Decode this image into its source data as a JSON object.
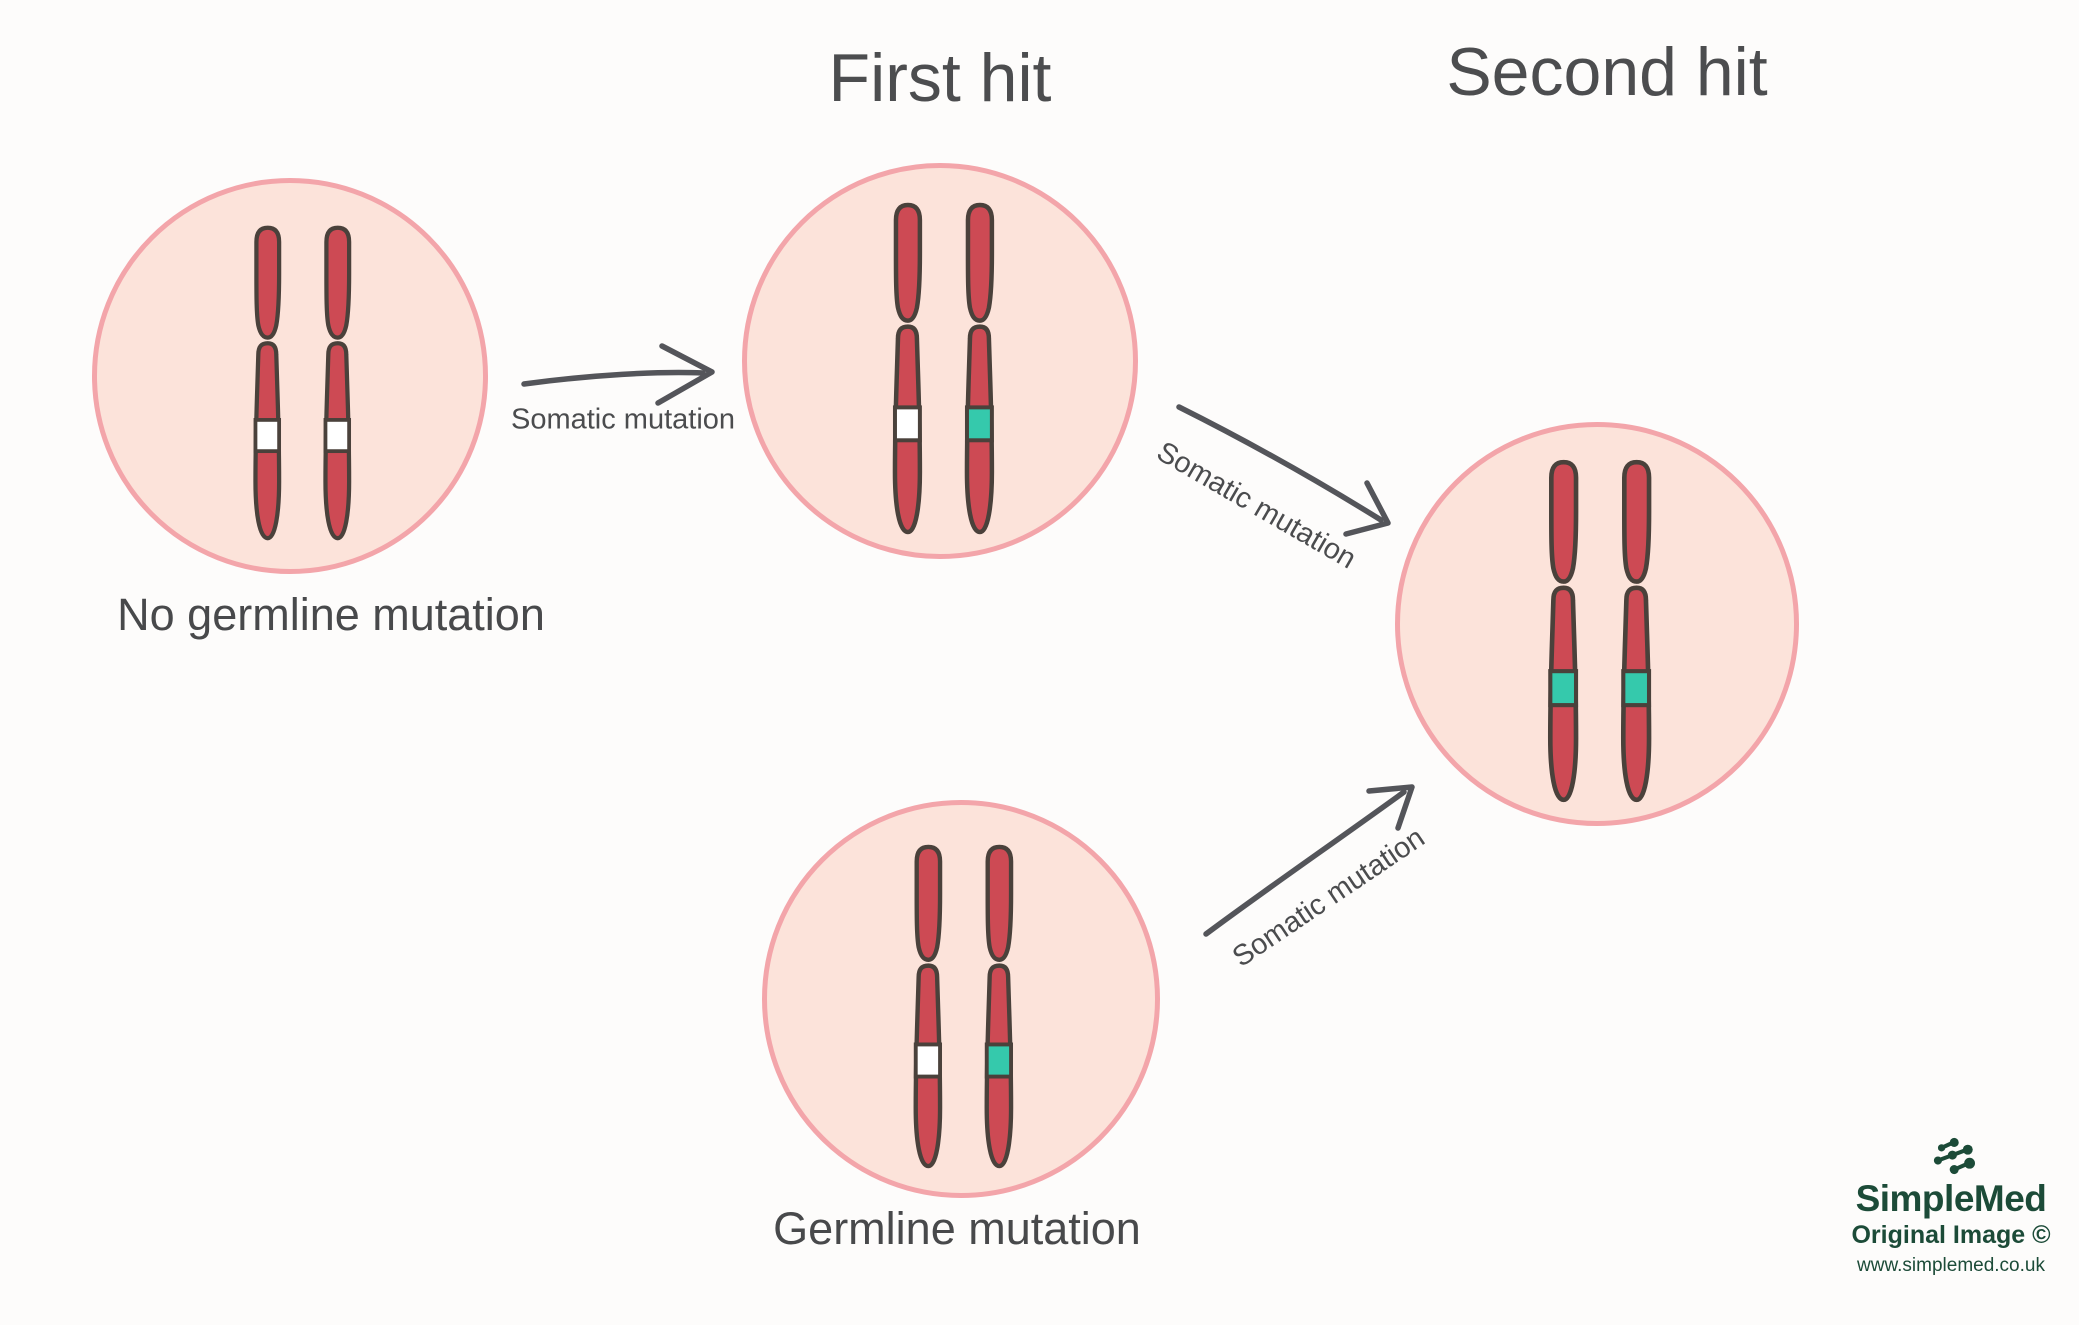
{
  "titles": {
    "first_hit": "First hit",
    "second_hit": "Second hit"
  },
  "cells": [
    {
      "name": "no-germline-mutation-cell",
      "label": "No germline mutation",
      "chromosomes": [
        {
          "band_color": "#ffffff"
        },
        {
          "band_color": "#ffffff"
        }
      ]
    },
    {
      "name": "first-hit-cell",
      "chromosomes": [
        {
          "band_color": "#ffffff"
        },
        {
          "band_color": "#35c9ac"
        }
      ]
    },
    {
      "name": "germline-mutation-cell",
      "label": "Germline mutation",
      "chromosomes": [
        {
          "band_color": "#ffffff"
        },
        {
          "band_color": "#35c9ac"
        }
      ]
    },
    {
      "name": "second-hit-cell",
      "chromosomes": [
        {
          "band_color": "#35c9ac"
        },
        {
          "band_color": "#35c9ac"
        }
      ]
    }
  ],
  "arrows": [
    {
      "name": "no-germline-to-first-hit",
      "label": "Somatic mutation"
    },
    {
      "name": "first-hit-to-second-hit",
      "label": "Somatic mutation"
    },
    {
      "name": "germline-to-second-hit",
      "label": "Somatic mutation"
    }
  ],
  "watermark": {
    "brand": "SimpleMed",
    "note": "Original Image ©",
    "url": "www.simplemed.co.uk"
  },
  "palette": {
    "background": "#fdfcfb",
    "cell_fill": "#fce3da",
    "cell_border": "#f3a5aa",
    "chromosome_fill": "#cd4a54",
    "chromosome_outline": "#4a413b",
    "mutation_band_teal": "#35c9ac",
    "mutation_band_white": "#ffffff",
    "text": "#4c4d4f",
    "arrow": "#54555a",
    "logo_green": "#1c4b38"
  }
}
